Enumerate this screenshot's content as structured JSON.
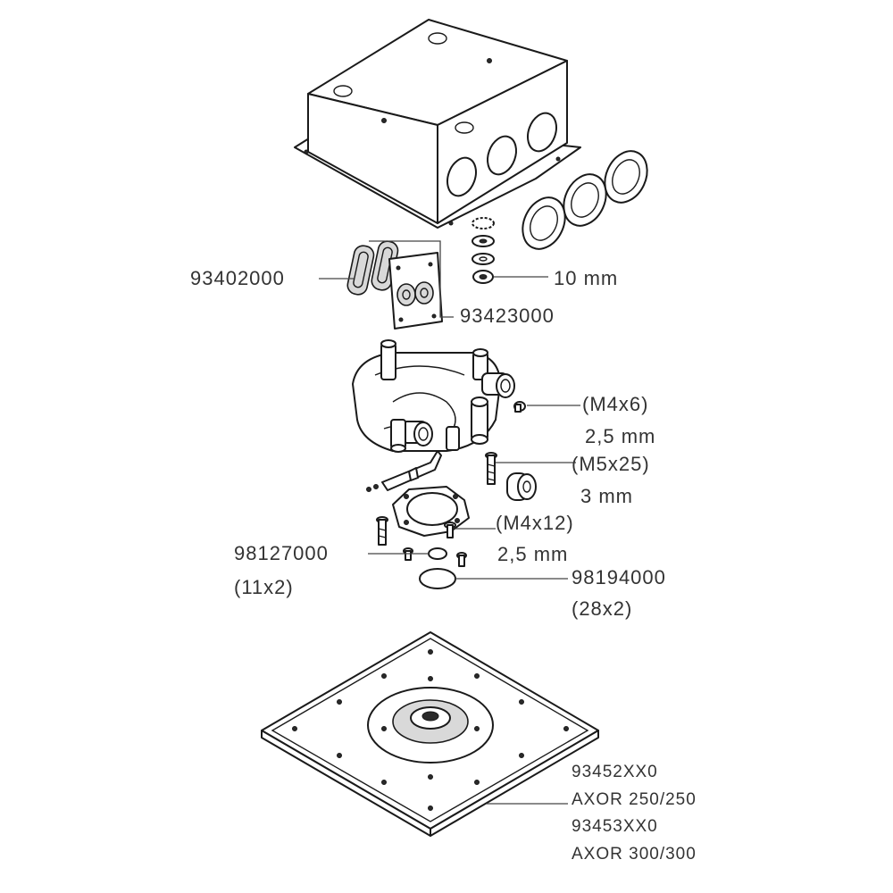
{
  "labels": {
    "part_93402000": "93402000",
    "part_93423000": "93423000",
    "nut_size": "10 mm",
    "screw_m4x6": "(M4x6)",
    "key_m4x6": "2,5 mm",
    "screw_m5x25": "(M5x25)",
    "key_m5x25": "3 mm",
    "screw_m4x12": "(M4x12)",
    "key_m4x12": "2,5 mm",
    "part_98127000": "98127000",
    "qty_98127000": "(11x2)",
    "part_98194000": "98194000",
    "qty_98194000": "(28x2)",
    "plate_250_code": "93452XX0",
    "plate_250_name": "AXOR 250/250",
    "plate_300_code": "93453XX0",
    "plate_300_name": "AXOR 300/300"
  }
}
